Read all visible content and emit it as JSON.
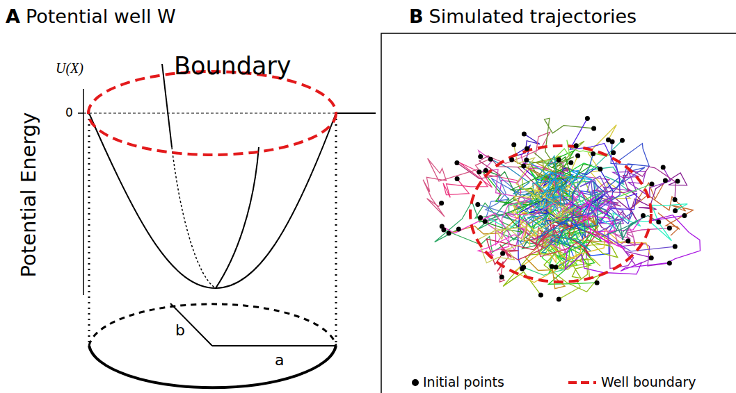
{
  "diagram": {
    "labels": [
      "A",
      "Potential well W",
      "B",
      "Simulated trajectories",
      "U(X)",
      "0",
      "Potential Energy",
      "Boundary",
      "b",
      "a"
    ],
    "legend": [
      {
        "text": "Initial points"
      },
      {
        "text": "Well boundary"
      }
    ]
  }
}
